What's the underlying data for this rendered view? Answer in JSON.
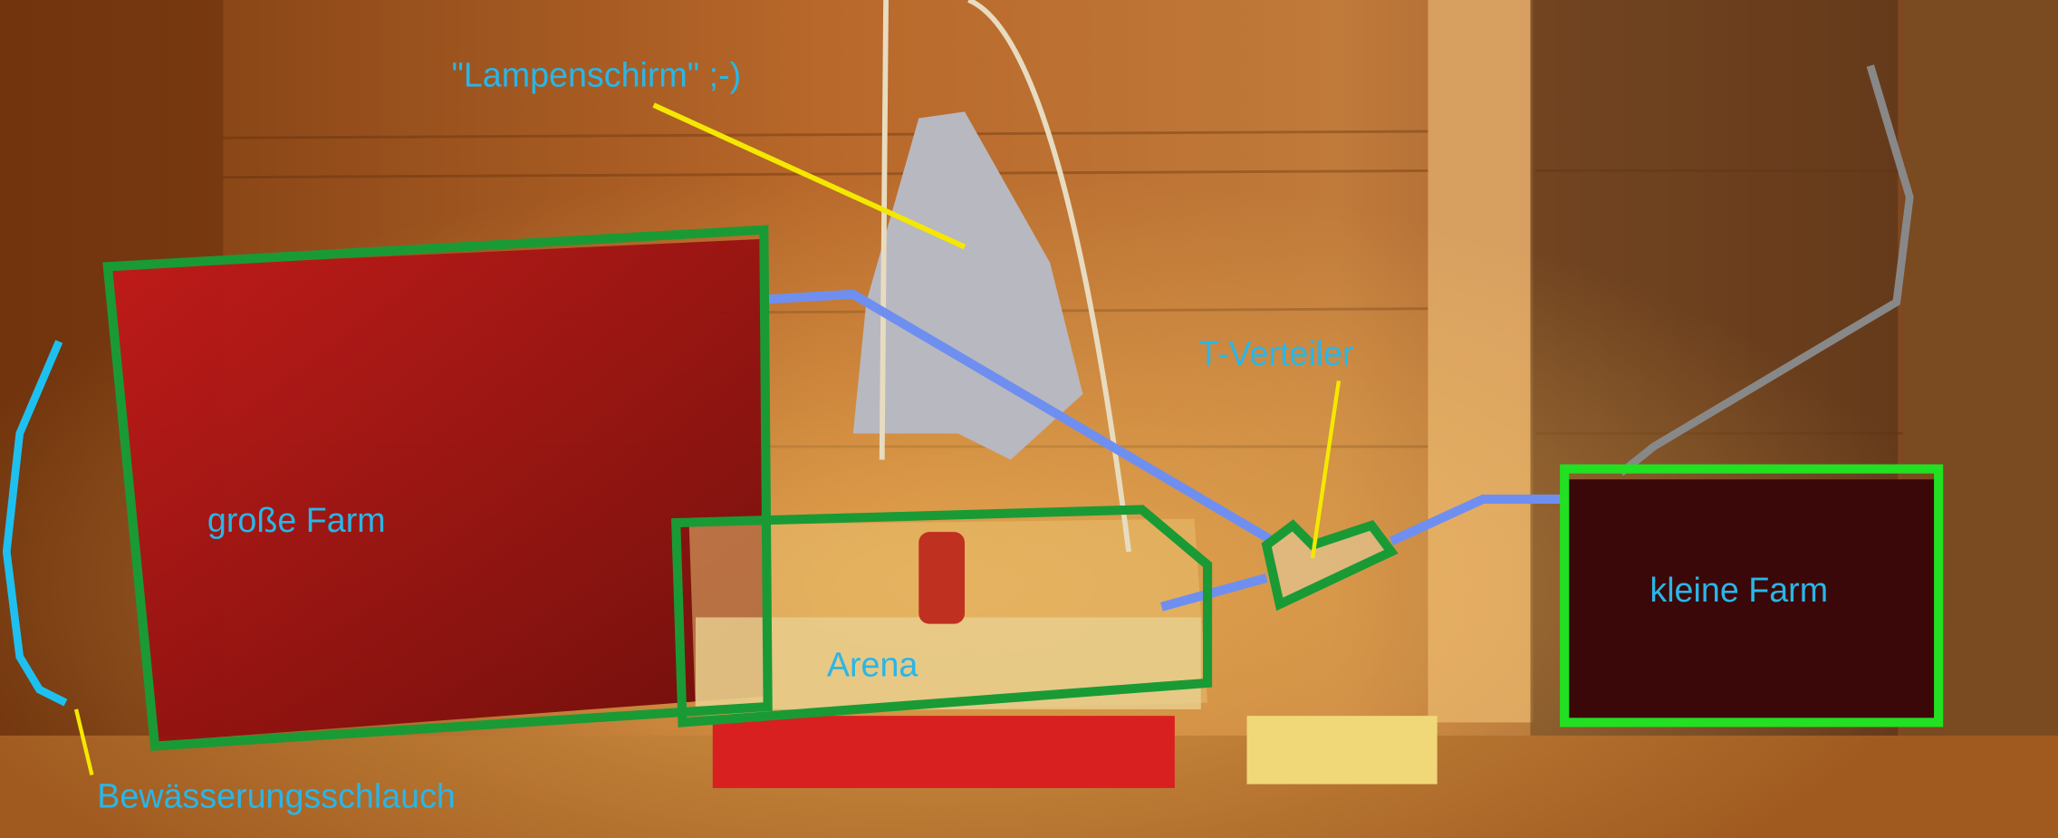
{
  "labels": {
    "lampshade": "\"Lampenschirm\" ;-)",
    "big_farm": "große Farm",
    "arena": "Arena",
    "t_splitter": "T-Verteiler",
    "small_farm": "kleine Farm",
    "irrigation_hose": "Bewässerungsschlauch"
  },
  "colors": {
    "label": "#29b6e8",
    "outline": "#1a9a35",
    "outline_bright": "#22e022",
    "tube": "#6f8ff0",
    "hose": "#1ec0f0",
    "leader": "#f5e800"
  }
}
